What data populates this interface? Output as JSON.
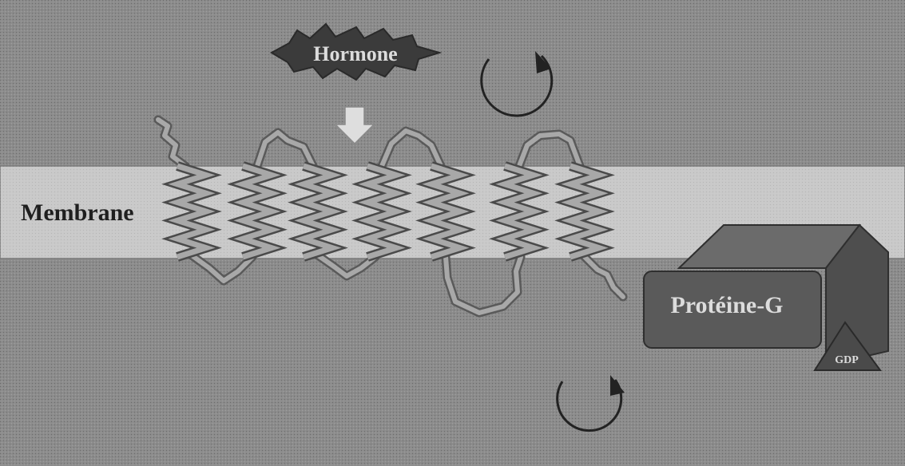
{
  "labels": {
    "hormone": "Hormone",
    "membrane": "Membrane",
    "protein_g": "Protéine-G",
    "gdp": "GDP"
  },
  "colors": {
    "background": "#8c8c8c",
    "membrane_band": "#c9c9c9",
    "receptor_chain": "#9a9a9a",
    "hormone_star": "#3b3b3b",
    "g_protein": "#5a5a5a",
    "gdp_triangle": "#4a4a4a",
    "arrow_fill": "#dedede",
    "label_light": "#dcdcdc",
    "label_dark": "#1f1f1f"
  },
  "icons": {
    "hormone_arrow": "down-arrow-icon",
    "top_cycle": "cycle-arrow-icon",
    "bottom_cycle": "cycle-arrow-icon"
  }
}
